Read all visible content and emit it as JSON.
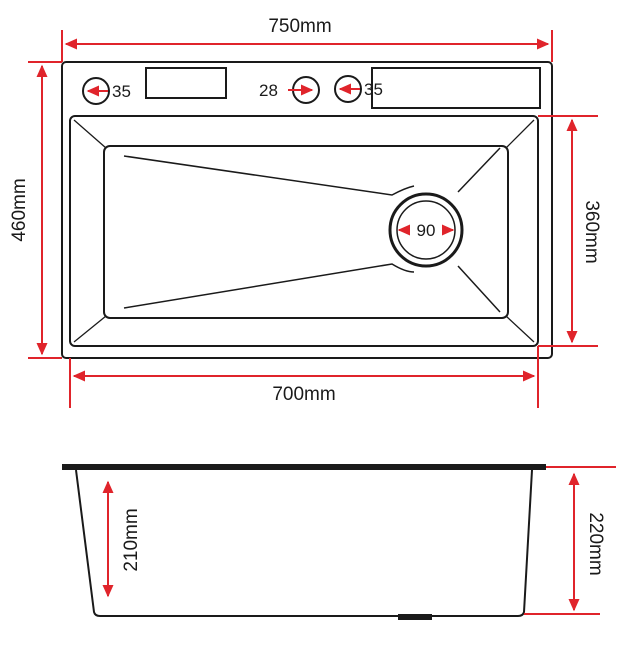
{
  "colors": {
    "dimension_red": "#e0242b",
    "outline": "#1a1a1a",
    "background": "#ffffff"
  },
  "top_view": {
    "overall_width": "750mm",
    "overall_depth": "460mm",
    "basin_width": "700mm",
    "basin_depth": "360mm",
    "holes": {
      "left_hole": "35",
      "middle_hole": "28",
      "right_hole": "35"
    },
    "drain": "90"
  },
  "side_view": {
    "inner_depth": "210mm",
    "total_height": "220mm"
  }
}
